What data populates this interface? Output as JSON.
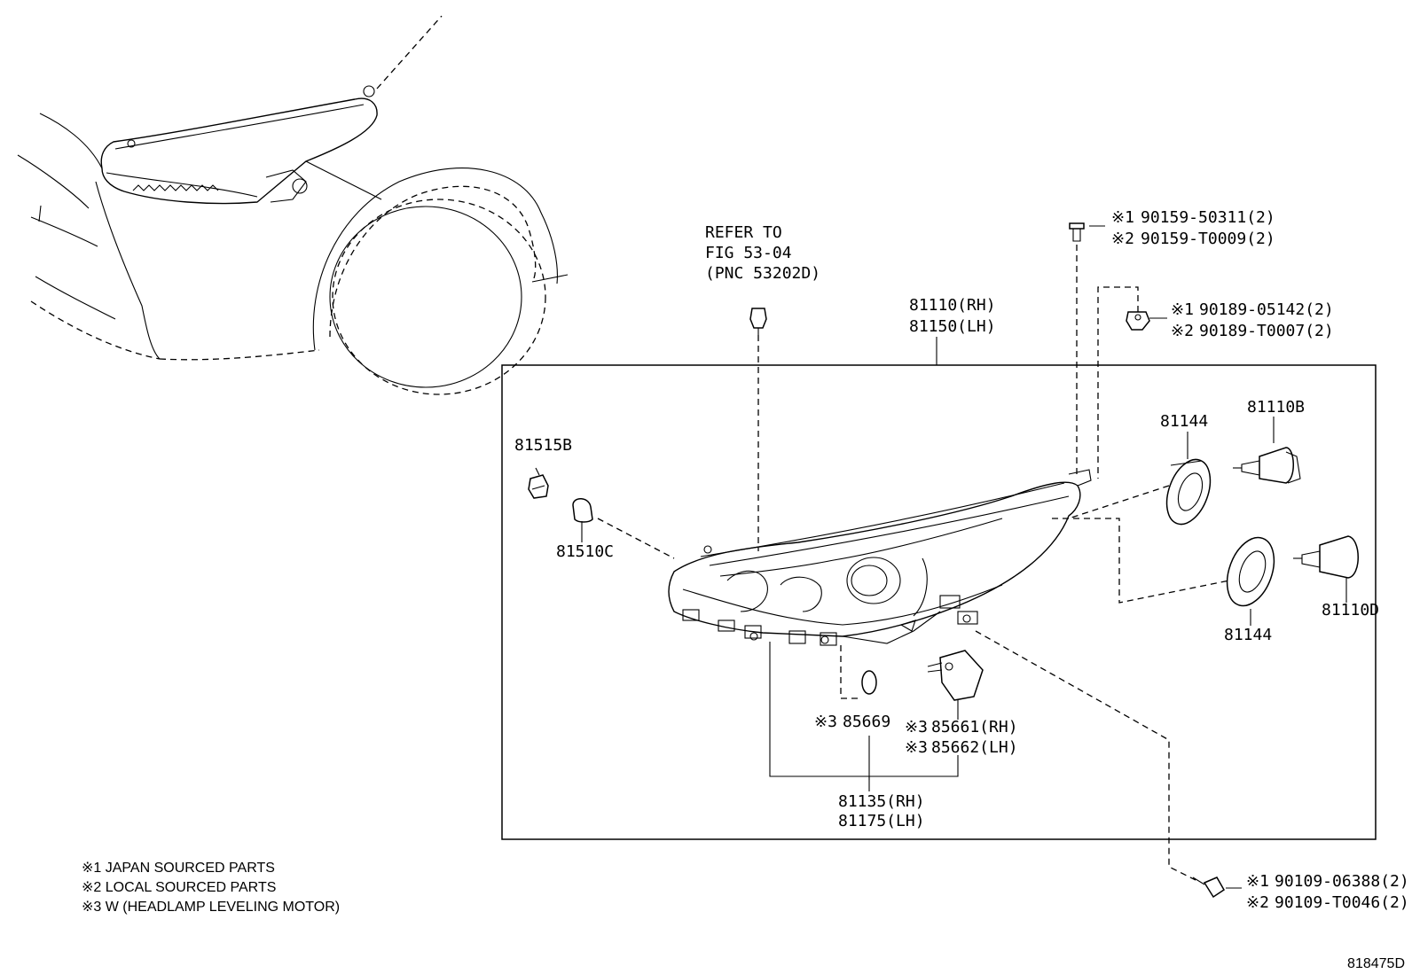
{
  "refer": {
    "line1": "REFER TO",
    "line2": "FIG 53-04",
    "line3": "(PNC 53202D)"
  },
  "assembly": {
    "rh": "81110(RH)",
    "lh": "81150(LH)"
  },
  "parts": {
    "p81515b": "81515B",
    "p81510c": "81510C",
    "p81144_top": "81144",
    "p81144_bottom": "81144",
    "p81110b": "81110B",
    "p81110d": "81110D",
    "p85669": "85669",
    "p85661": "85661(RH)",
    "p85662": "85662(LH)",
    "p81135": "81135(RH)",
    "p81175": "81175(LH)"
  },
  "marks": {
    "m1": "※1",
    "m2": "※2",
    "m3": "※3"
  },
  "fasteners": {
    "f1_a": "90159-50311(2)",
    "f1_b": "90159-T0009(2)",
    "f2_a": "90189-05142(2)",
    "f2_b": "90189-T0007(2)",
    "f3_a": "90109-06388(2)",
    "f3_b": "90109-T0046(2)"
  },
  "notes": {
    "n1": "※1 JAPAN SOURCED PARTS",
    "n2": "※2 LOCAL SOURCED PARTS",
    "n3": "※3 W (HEADLAMP LEVELING MOTOR)"
  },
  "diagram_id": "818475D"
}
